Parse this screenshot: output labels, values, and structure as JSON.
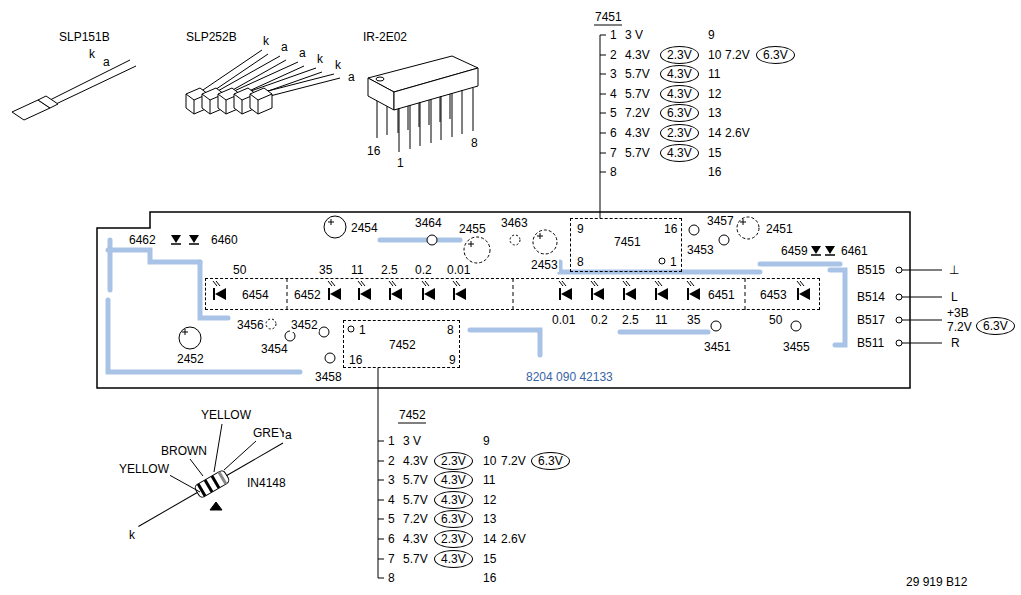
{
  "diagram": {
    "nodes": [
      {
        "text": [
          "2.3V"
        ]
      },
      {
        "text": [
          "6.3V"
        ]
      },
      {
        "text": [
          "4.3V"
        ]
      },
      {
        "text": [
          "4.3V"
        ]
      },
      {
        "text": [
          "6.3V"
        ]
      },
      {
        "text": [
          "2.3V"
        ]
      },
      {
        "text": [
          "4.3V"
        ]
      },
      {
        "text": [
          "8204 090 42133"
        ]
      },
      {
        "text": [
          "9",
          "16",
          "7451",
          "8",
          "1"
        ],
        "in": 7
      },
      {
        "text": [
          "6454",
          "6452",
          "6451",
          "6453"
        ],
        "in": 7
      },
      {
        "text": [
          "1",
          "8",
          "7452",
          "16",
          "9"
        ],
        "in": 7
      },
      {
        "text": [
          "6.3V"
        ]
      },
      {
        "text": [
          "2.3V"
        ]
      },
      {
        "text": [
          "6.3V"
        ]
      },
      {
        "text": [
          "4.3V"
        ]
      },
      {
        "text": [
          "4.3V"
        ]
      },
      {
        "text": [
          "6.3V"
        ]
      },
      {
        "text": [
          "2.3V"
        ]
      },
      {
        "text": [
          "4.3V"
        ]
      }
    ],
    "labels": [
      "SLP151B",
      "k",
      "a",
      "SLP252B",
      "k",
      "a",
      "a",
      "k",
      "k",
      "a",
      "IR-2E02",
      "16",
      "1",
      "8",
      "7451",
      "1",
      "3 V",
      "9",
      "2",
      "4.3V",
      "10",
      "7.2V",
      "3",
      "5.7V",
      "11",
      "4",
      "5.7V",
      "12",
      "5",
      "7.2V",
      "13",
      "6",
      "4.3V",
      "14",
      "2.6V",
      "7",
      "5.7V",
      "15",
      "8",
      "16",
      "6462",
      "6460",
      "2454",
      "3464",
      "2455",
      "3463",
      "2453",
      "3457",
      "3453",
      "2451",
      "6459",
      "6461",
      "50",
      "35",
      "11",
      "2.5",
      "0.2",
      "0.01",
      "0.01",
      "0.2",
      "2.5",
      "11",
      "35",
      "50",
      "3451",
      "3455",
      "2452",
      "3456",
      "3452",
      "3454",
      "3458",
      "B515",
      "B514",
      "B517",
      "B511",
      "⊥",
      "L",
      "+3B",
      "7.2V",
      "R",
      "YELLOW",
      "GREY",
      "a",
      "BROWN",
      "IN4148",
      "YELLOW",
      "k",
      "7452",
      "1",
      "3 V",
      "9",
      "2",
      "4.3V",
      "10",
      "7.2V",
      "3",
      "5.7V",
      "11",
      "4",
      "5.7V",
      "12",
      "5",
      "7.2V",
      "13",
      "6",
      "4.3V",
      "14",
      "2.6V",
      "7",
      "5.7V",
      "15",
      "8",
      "16",
      "29 919 B12"
    ]
  }
}
